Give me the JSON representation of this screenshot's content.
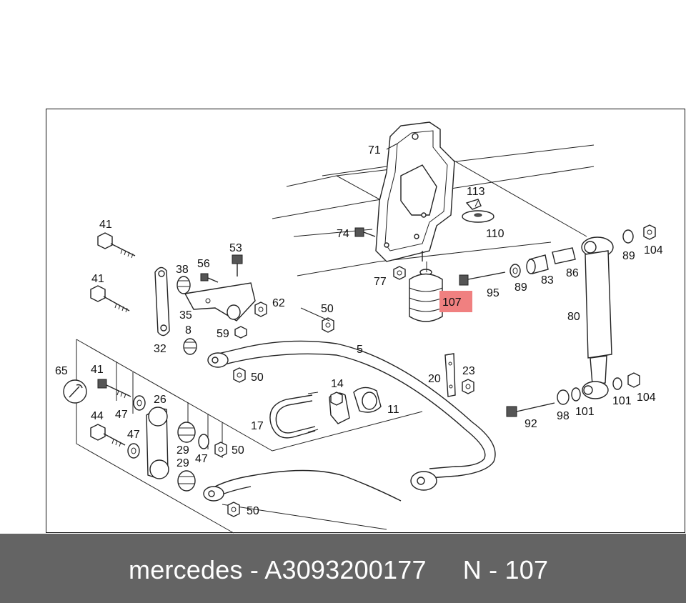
{
  "highlight": {
    "label": "107",
    "color": "#f08080"
  },
  "callouts": [
    {
      "id": "71",
      "text": "71"
    },
    {
      "id": "113",
      "text": "113"
    },
    {
      "id": "110",
      "text": "110"
    },
    {
      "id": "74",
      "text": "74"
    },
    {
      "id": "77",
      "text": "77"
    },
    {
      "id": "95",
      "text": "95"
    },
    {
      "id": "89a",
      "text": "89"
    },
    {
      "id": "83",
      "text": "83"
    },
    {
      "id": "86",
      "text": "86"
    },
    {
      "id": "89b",
      "text": "89"
    },
    {
      "id": "104a",
      "text": "104"
    },
    {
      "id": "80",
      "text": "80"
    },
    {
      "id": "41a",
      "text": "41"
    },
    {
      "id": "41b",
      "text": "41"
    },
    {
      "id": "53",
      "text": "53"
    },
    {
      "id": "38",
      "text": "38"
    },
    {
      "id": "56",
      "text": "56"
    },
    {
      "id": "62",
      "text": "62"
    },
    {
      "id": "50a",
      "text": "50"
    },
    {
      "id": "35",
      "text": "35"
    },
    {
      "id": "8",
      "text": "8"
    },
    {
      "id": "59",
      "text": "59"
    },
    {
      "id": "32",
      "text": "32"
    },
    {
      "id": "5",
      "text": "5"
    },
    {
      "id": "50b",
      "text": "50"
    },
    {
      "id": "65",
      "text": "65"
    },
    {
      "id": "41c",
      "text": "41"
    },
    {
      "id": "47a",
      "text": "47"
    },
    {
      "id": "26",
      "text": "26"
    },
    {
      "id": "44",
      "text": "44"
    },
    {
      "id": "47b",
      "text": "47"
    },
    {
      "id": "29a",
      "text": "29"
    },
    {
      "id": "47c",
      "text": "47"
    },
    {
      "id": "50c",
      "text": "50"
    },
    {
      "id": "29b",
      "text": "29"
    },
    {
      "id": "50d",
      "text": "50"
    },
    {
      "id": "17",
      "text": "17"
    },
    {
      "id": "14",
      "text": "14"
    },
    {
      "id": "11",
      "text": "11"
    },
    {
      "id": "20",
      "text": "20"
    },
    {
      "id": "23",
      "text": "23"
    },
    {
      "id": "92",
      "text": "92"
    },
    {
      "id": "98",
      "text": "98"
    },
    {
      "id": "101a",
      "text": "101"
    },
    {
      "id": "101b",
      "text": "101"
    },
    {
      "id": "104b",
      "text": "104"
    }
  ],
  "footer": {
    "text": "mercedes - A3093200177     N - 107"
  }
}
